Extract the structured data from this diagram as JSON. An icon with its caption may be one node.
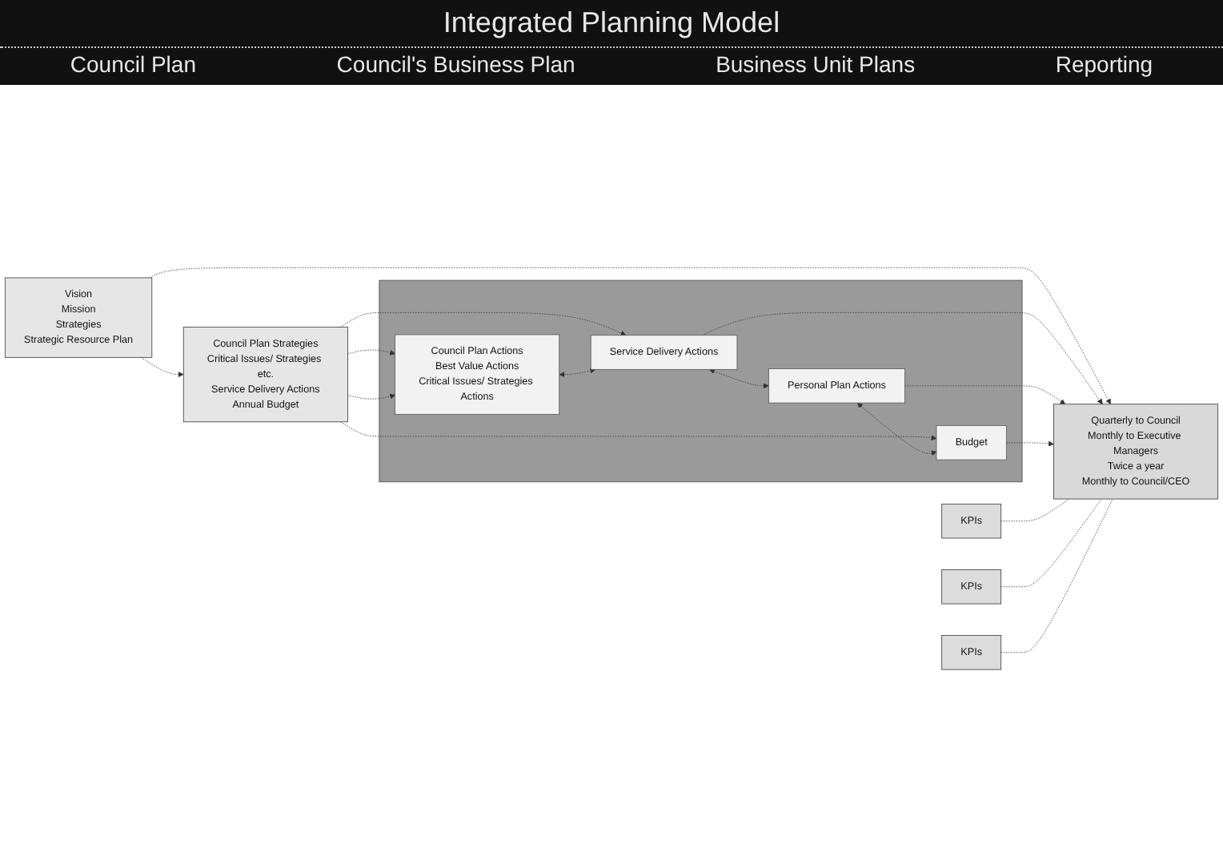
{
  "diagram": {
    "title": "Integrated Planning Model",
    "nodes": [
      {
        "text": [
          "Vision",
          "Mission",
          "Strategies",
          "Strategic Resource Plan"
        ]
      },
      {
        "text": [
          "Council Plan Strategies",
          "Critical Issues/ Strategies etc.",
          "Service Delivery Actions",
          "Annual Budget"
        ]
      },
      {
        "text": [],
        "shape": "box"
      },
      {
        "text": [
          "Council Plan Actions",
          "Best Value Actions",
          "Critical Issues/ Strategies Actions"
        ],
        "in": 2
      },
      {
        "text": [
          "Service Delivery Actions"
        ],
        "in": 2
      },
      {
        "text": [
          "Personal Plan Actions"
        ],
        "in": 2
      },
      {
        "text": [
          "Budget"
        ],
        "in": 2
      },
      {
        "text": [
          "Quarterly to Council",
          "Monthly to Executive Managers",
          "Twice a year",
          "Monthly to Council/CEO"
        ]
      },
      {
        "text": [
          "KPIs"
        ]
      },
      {
        "text": [
          "KPIs"
        ]
      },
      {
        "text": [
          "KPIs"
        ]
      }
    ],
    "edges": [
      {
        "from": 0,
        "to": 7,
        "arrow": "to",
        "style": "dashed"
      },
      {
        "from": 0,
        "to": 1,
        "arrow": "to",
        "style": "dashed"
      },
      {
        "from": 1,
        "to": 3,
        "arrow": "to",
        "style": "dashed"
      },
      {
        "from": 1,
        "to": 3,
        "arrow": "to",
        "style": "dashed"
      },
      {
        "from": 1,
        "to": 4,
        "arrow": "to",
        "style": "dashed"
      },
      {
        "from": 1,
        "to": 6,
        "arrow": "to",
        "style": "dashed"
      },
      {
        "from": 3,
        "to": 4,
        "arrow": "both",
        "style": "dashed"
      },
      {
        "from": 4,
        "to": 5,
        "arrow": "both",
        "style": "dashed"
      },
      {
        "from": 5,
        "to": 6,
        "arrow": "both",
        "style": "dashed"
      },
      {
        "from": 4,
        "to": 7,
        "arrow": "to",
        "style": "dashed"
      },
      {
        "from": 5,
        "to": 7,
        "arrow": "to",
        "style": "dashed"
      },
      {
        "from": 6,
        "to": 7,
        "arrow": "to",
        "style": "dashed"
      },
      {
        "from": 8,
        "to": 7,
        "arrow": "none",
        "style": "dashed"
      },
      {
        "from": 9,
        "to": 7,
        "arrow": "none",
        "style": "dashed"
      },
      {
        "from": 10,
        "to": 7,
        "arrow": "none",
        "style": "dashed"
      }
    ],
    "labels": [
      "Council Plan",
      "Council's Business Plan",
      "Business Unit Plans",
      "Reporting"
    ]
  }
}
